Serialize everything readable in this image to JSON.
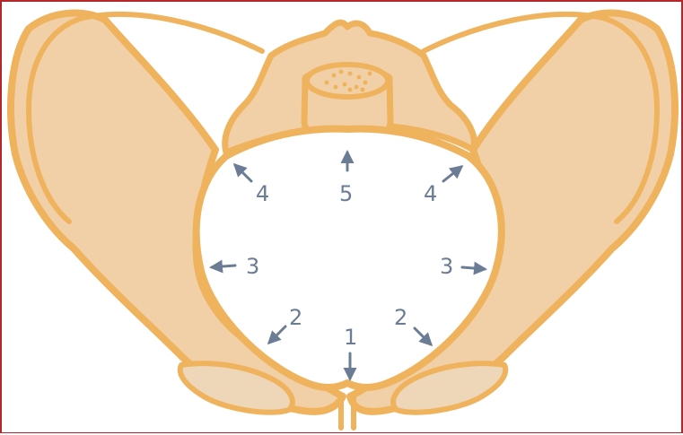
{
  "colors": {
    "bone_fill": "#f1d0a8",
    "bone_outline": "#efb35e",
    "inner_shadow": "#eed6b8",
    "arrow": "#6b7d95",
    "frame_border": "#b3262a",
    "background": "#ffffff"
  },
  "labels": [
    {
      "id": "label-1",
      "text": "1"
    },
    {
      "id": "label-2-left",
      "text": "2"
    },
    {
      "id": "label-2-right",
      "text": "2"
    },
    {
      "id": "label-3-left",
      "text": "3"
    },
    {
      "id": "label-3-right",
      "text": "3"
    },
    {
      "id": "label-4-left",
      "text": "4"
    },
    {
      "id": "label-4-right",
      "text": "4"
    },
    {
      "id": "label-5",
      "text": "5"
    }
  ]
}
